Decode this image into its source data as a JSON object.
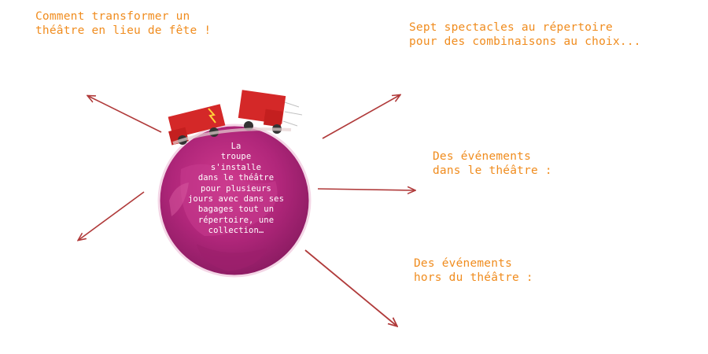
{
  "labels": {
    "top_left": [
      "Comment transformer un",
      "théâtre en lieu de fête !"
    ],
    "top_right": [
      "Sept spectacles au répertoire",
      "pour des combinaisons au choix..."
    ],
    "middle_right": [
      "Des événements",
      "dans le théâtre :"
    ],
    "bottom_right": [
      "Des événements",
      "hors du théâtre :"
    ]
  },
  "center": {
    "lines": [
      "La",
      "troupe",
      "s'installe",
      "dans le théâtre",
      "pour plusieurs",
      "jours avec dans ses",
      "bagages tout un",
      "répertoire, une",
      "collection…"
    ]
  },
  "colors": {
    "label_text": "#f08c1e",
    "globe": "#b02a7a",
    "arrow": "#b03a3a",
    "truck": "#d42828"
  }
}
